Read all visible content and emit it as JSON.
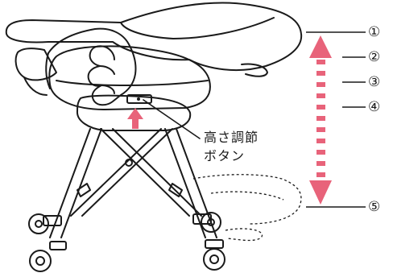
{
  "callout": {
    "line1": "高さ調節",
    "line2": "ボタン"
  },
  "levels": [
    "①",
    "②",
    "③",
    "④",
    "⑤"
  ],
  "colors": {
    "arrow": "#e8637a",
    "line": "#1a1a1a"
  },
  "icons": {
    "height_range": "double-headed-dashed-arrow",
    "button_press": "up-arrow"
  }
}
